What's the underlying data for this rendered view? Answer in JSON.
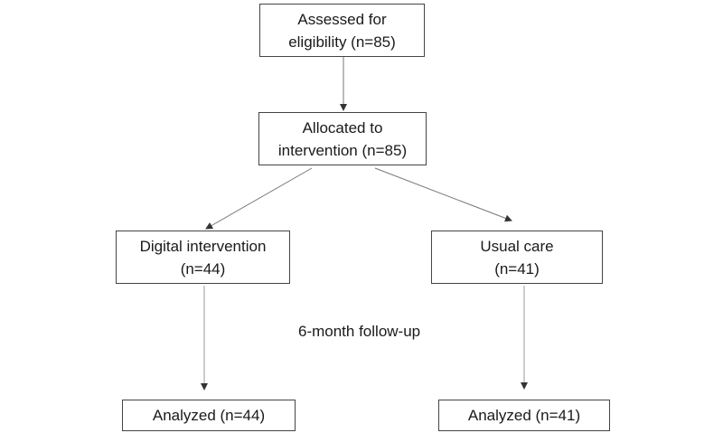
{
  "flowchart": {
    "assessed": {
      "line1": "Assessed for",
      "line2": "eligibility (n=85)"
    },
    "allocated": {
      "line1": "Allocated to",
      "line2": "intervention (n=85)"
    },
    "digital": {
      "line1": "Digital intervention",
      "line2": "(n=44)"
    },
    "usual": {
      "line1": "Usual care",
      "line2": "(n=41)"
    },
    "analyzed_left": "Analyzed (n=44)",
    "analyzed_right": "Analyzed (n=41)",
    "followup_label": "6-month follow-up"
  },
  "colors": {
    "border": "#444444",
    "arrow": "#555555",
    "text": "#1a1a1a"
  }
}
